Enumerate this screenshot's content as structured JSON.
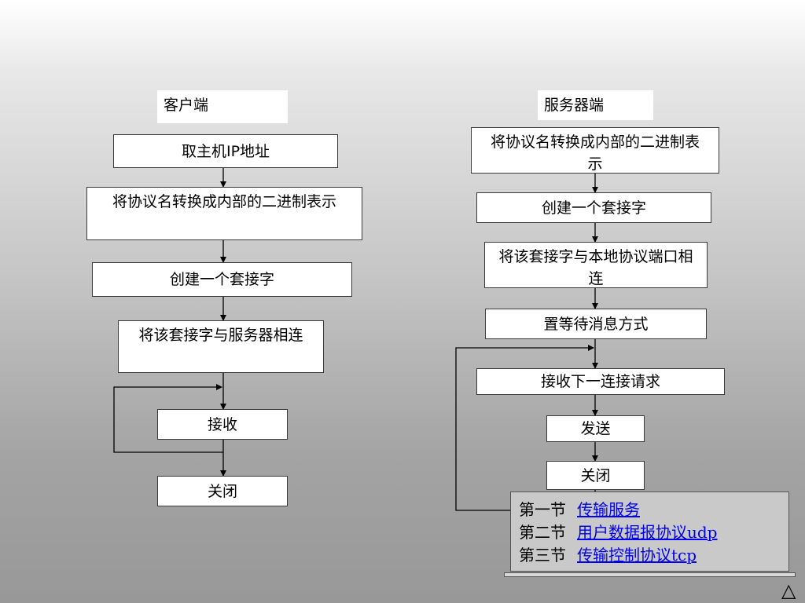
{
  "client": {
    "header": "客户端",
    "steps": [
      "取主机IP地址",
      "将协议名转换成内部的二进制表示",
      "创建一个套接字",
      "将该套接字与服务器相连",
      "接收",
      "关闭"
    ]
  },
  "server": {
    "header": "服务器端",
    "steps": [
      "将协议名转换成内部的二进制表示",
      "创建一个套接字",
      "将该套接字与本地协议端口相连",
      "置等待消息方式",
      "接收下一连接请求",
      "发送",
      "关闭"
    ]
  },
  "nav": {
    "items": [
      {
        "section": "第一节",
        "link": "传输服务"
      },
      {
        "section": "第二节",
        "link": "用户数据报协议udp"
      },
      {
        "section": "第三节",
        "link": "传输控制协议tcp"
      }
    ],
    "triangle": "△"
  }
}
